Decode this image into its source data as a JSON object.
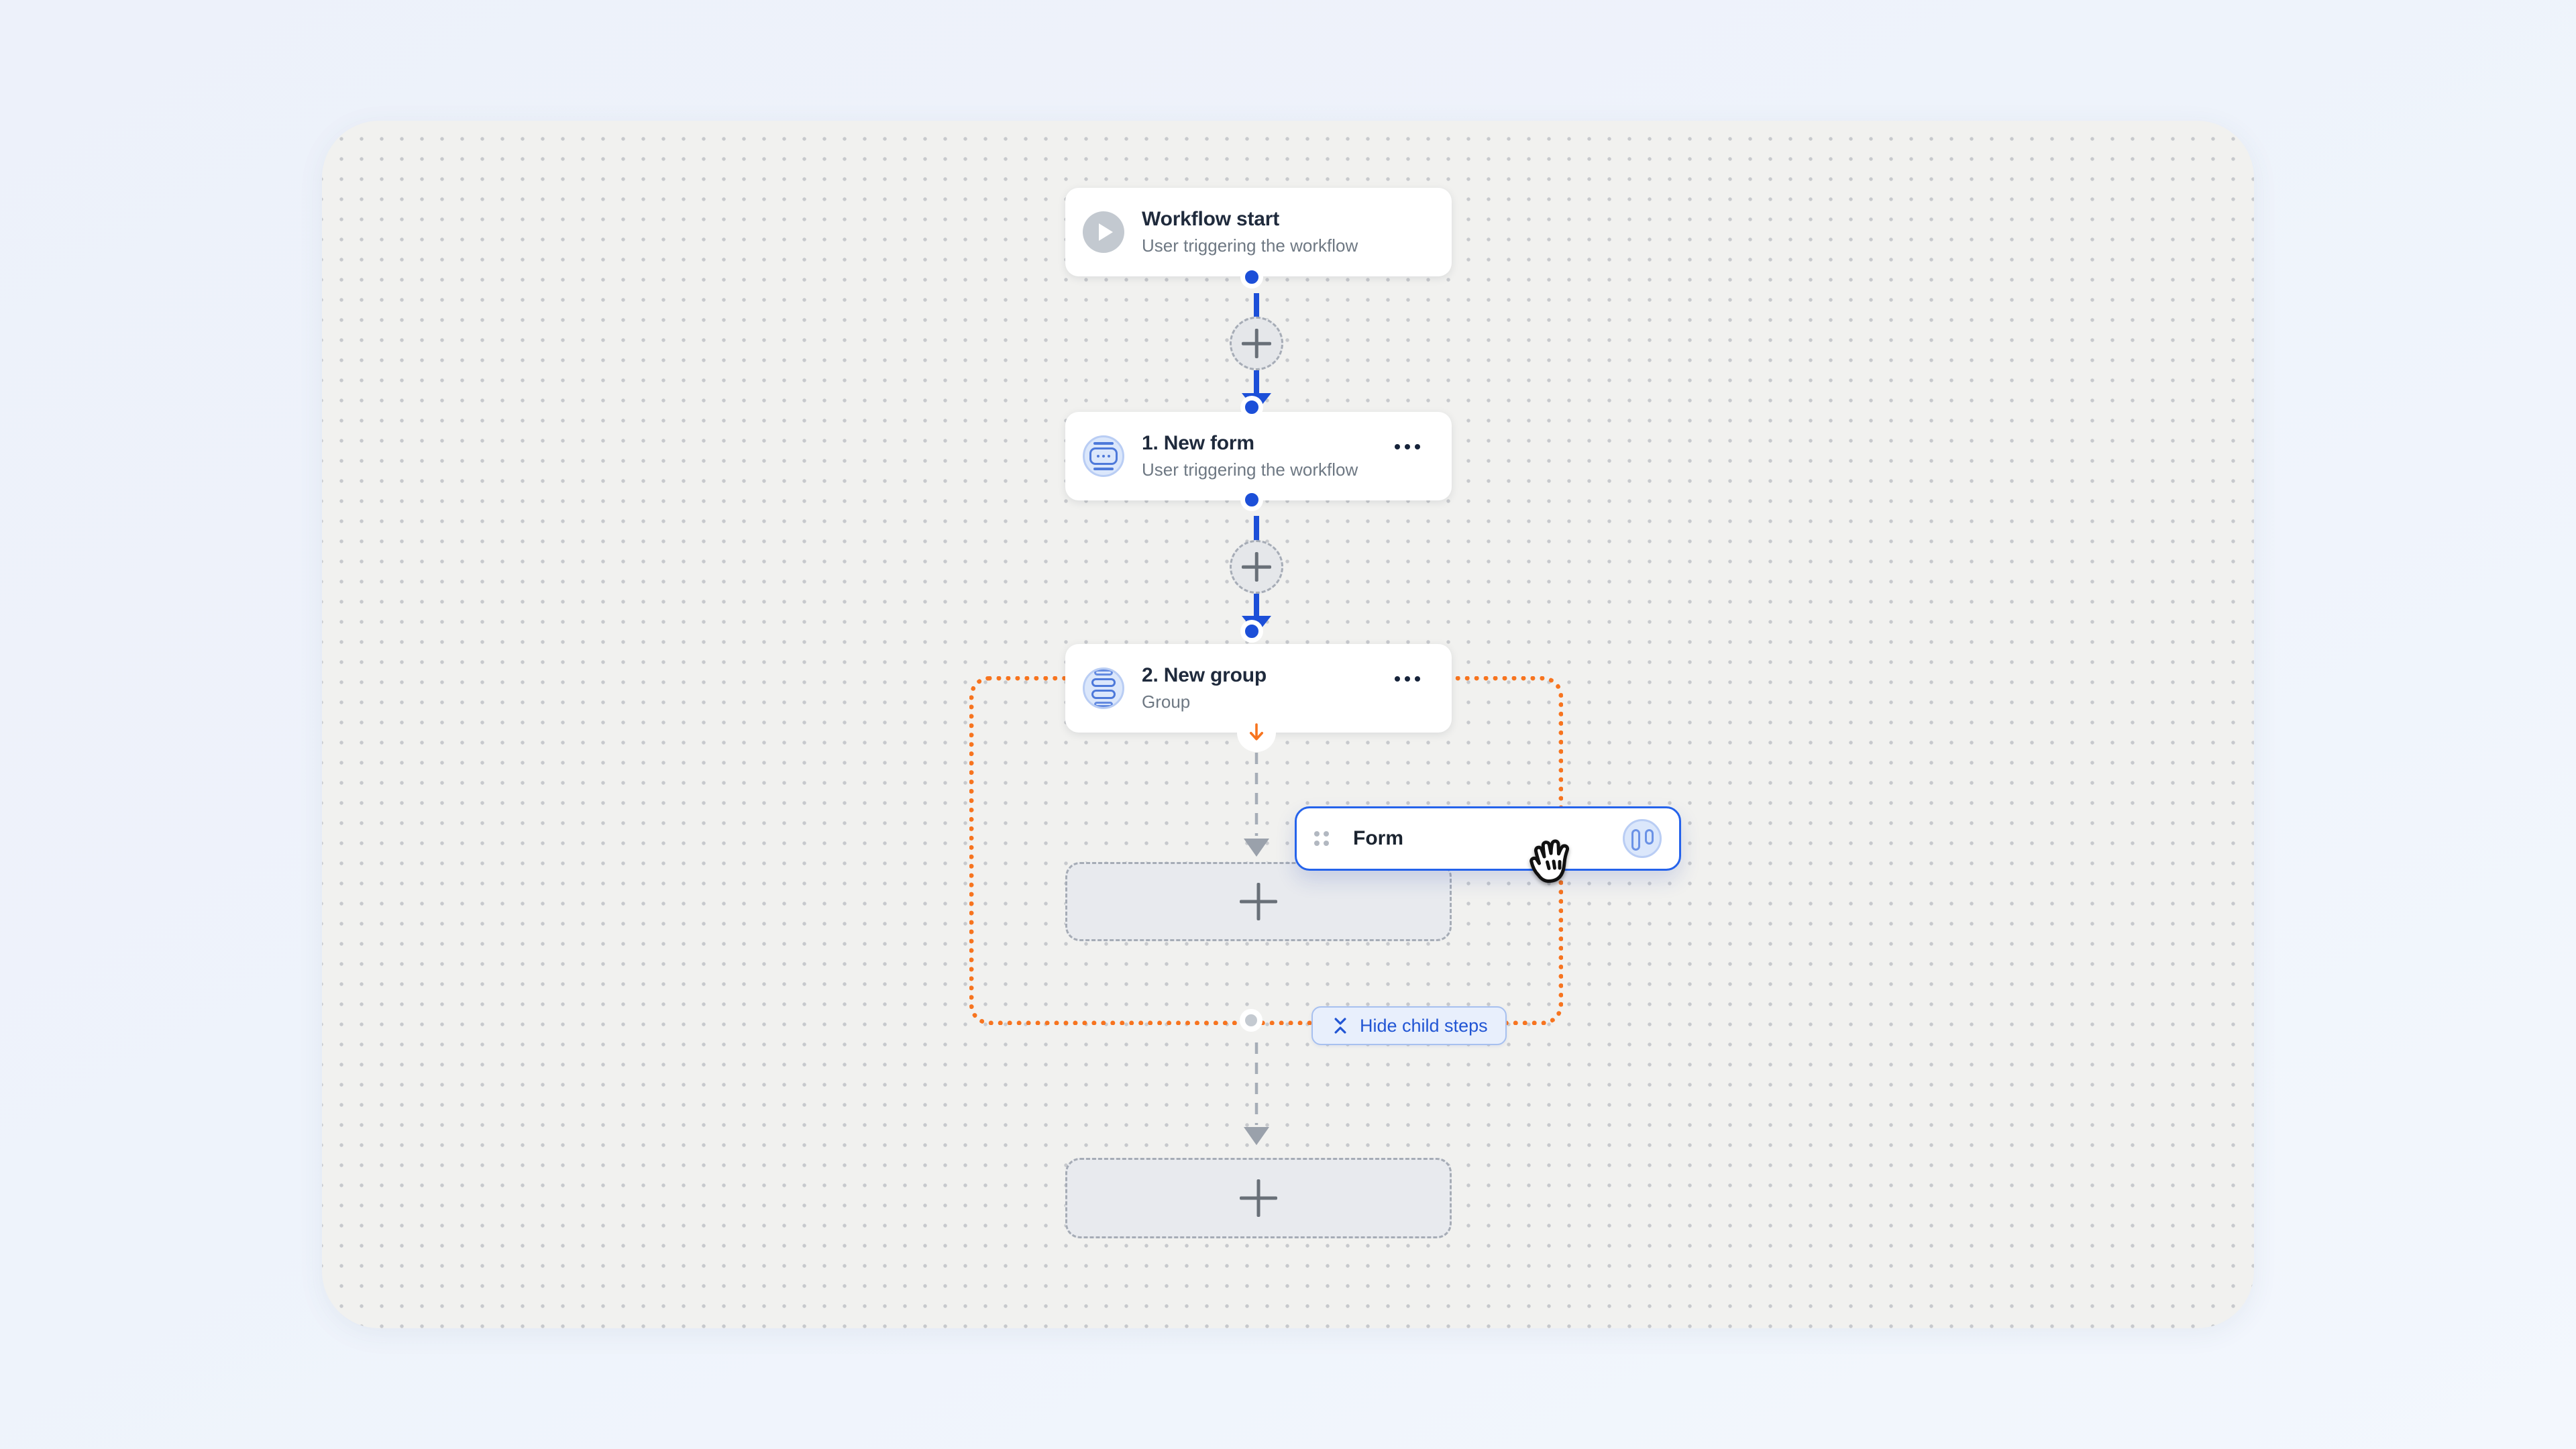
{
  "workflow": {
    "start": {
      "title": "Workflow start",
      "subtitle": "User triggering the workflow"
    },
    "steps": [
      {
        "title": "1. New form",
        "subtitle": "User triggering the workflow"
      },
      {
        "title": "2. New group",
        "subtitle": "Group"
      }
    ],
    "group": {
      "hide_children_label": "Hide child steps"
    },
    "drag_item": {
      "label": "Form"
    }
  },
  "icons": {
    "start": "play-icon",
    "step_1": "form-step-icon",
    "step_2": "group-step-icon",
    "step_menu": "more-menu-icon",
    "insert": "plus-icon",
    "group_entry": "orange-down-arrow-icon",
    "collapse": "collapse-vertical-icon",
    "drag": "drag-handle-icon",
    "drag_item_type": "form-fields-icon",
    "pointer": "grabbing-hand-cursor"
  },
  "colors": {
    "accent_blue": "#1c4fd8",
    "orange": "#f7741f",
    "canvas_bg": "#f1f1ef",
    "dot": "#c7c9cd",
    "title": "#1f2a3c",
    "subtitle": "#6e7883",
    "gray_line": "#a6adb7",
    "dropzone_bg": "#e8eaee",
    "hide_btn_bg": "#e8effc",
    "hide_btn_text": "#2155d4",
    "icon_bg": "#dbe7fb",
    "icon_stroke": "#4d79da"
  }
}
